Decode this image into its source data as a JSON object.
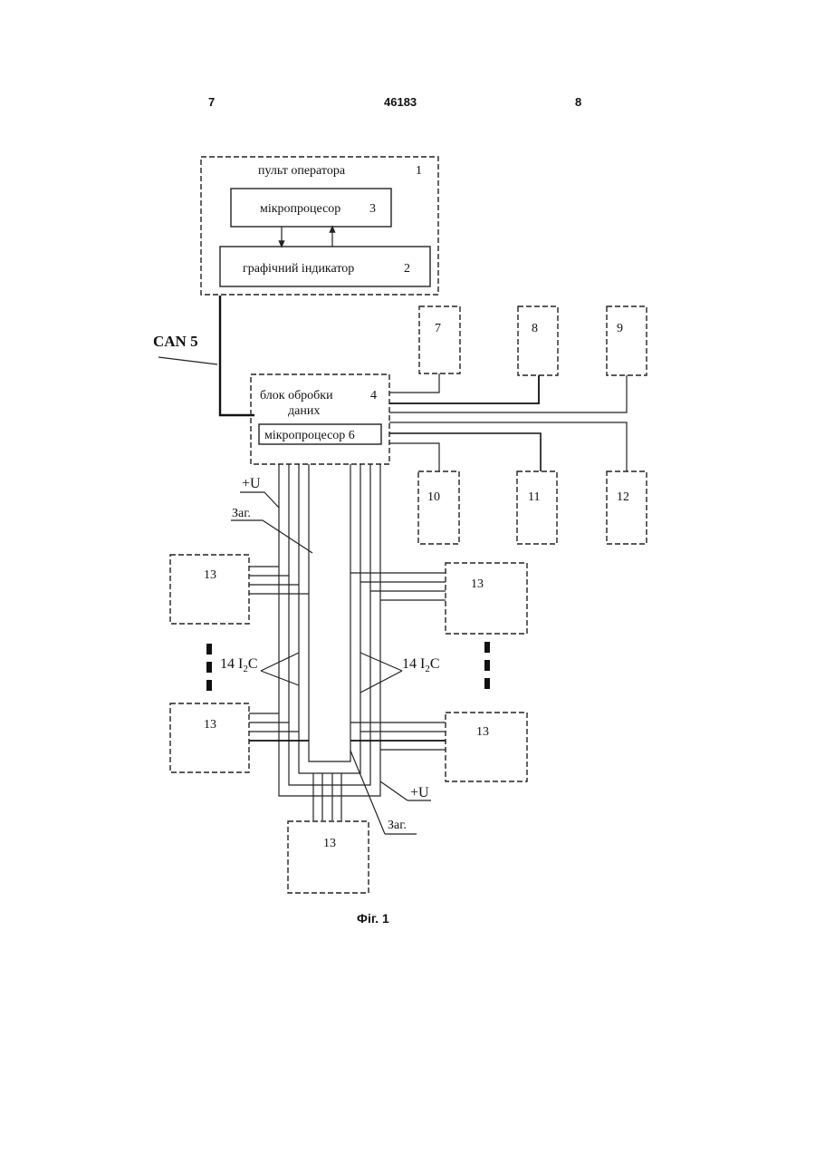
{
  "header": {
    "page_left": "7",
    "doc_number": "46183",
    "page_right": "8"
  },
  "blocks": {
    "operator_console": {
      "label": "пульт оператора",
      "num": "1"
    },
    "microprocessor_3": {
      "label": "мікропроцесор",
      "num": "3"
    },
    "graphic_indicator": {
      "label": "графічний  індикатор",
      "num": "2"
    },
    "can_bus": {
      "label": "CAN 5"
    },
    "data_processing": {
      "label_line1": "блок обробки",
      "num": "4",
      "label_line2": "даних"
    },
    "microprocessor_6": {
      "label": "мікропроцесор 6"
    },
    "b7": "7",
    "b8": "8",
    "b9": "9",
    "b10": "10",
    "b11": "11",
    "b12": "12",
    "b13": "13"
  },
  "labels": {
    "plus_u": "+U",
    "ground_left": "Заг.",
    "ground_bottom": "Заг.",
    "i2c_prefix": "14 I",
    "i2c_sub": "2",
    "i2c_suffix": "C"
  },
  "caption": "Фіг. 1"
}
